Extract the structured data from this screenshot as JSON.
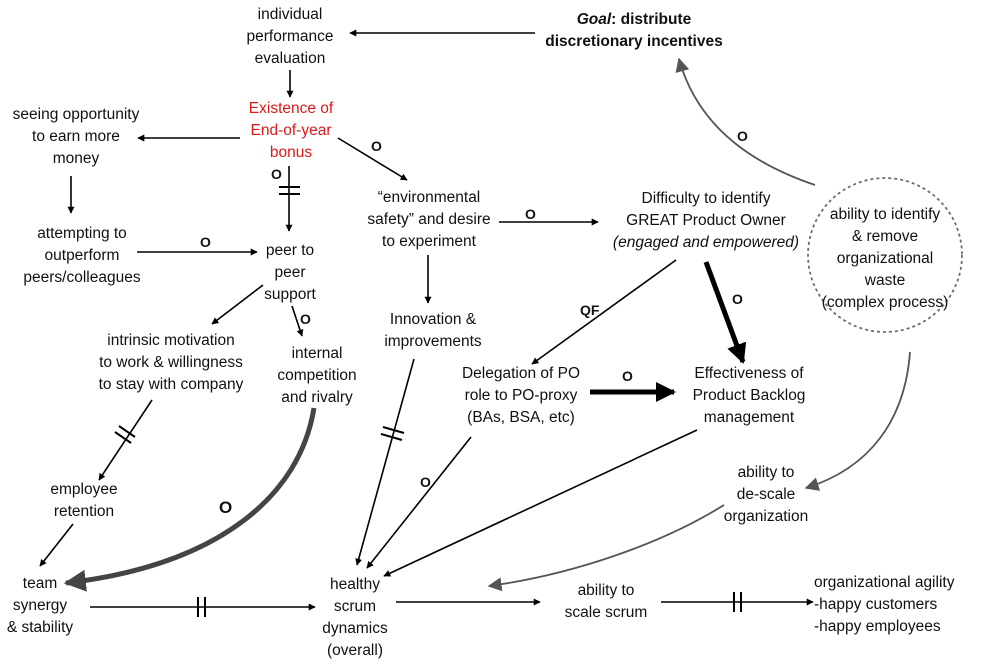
{
  "nodes": {
    "individual_perf": [
      "individual",
      "performance",
      "evaluation"
    ],
    "goal": {
      "label": "Goal",
      "rest": ": distribute",
      "line2": "discretionary incentives"
    },
    "year_end_bonus": [
      "Existence of",
      "End-of-year",
      "bonus"
    ],
    "earn_money": [
      "seeing opportunity",
      "to earn more",
      "money"
    ],
    "outperform": [
      "attempting to",
      "outperform",
      "peers/colleagues"
    ],
    "peer_support": [
      "peer to",
      "peer",
      "support"
    ],
    "env_safety": [
      "“environmental",
      "safety” and desire",
      "to experiment"
    ],
    "great_po": [
      "Difficulty to identify",
      "GREAT Product Owner"
    ],
    "great_po_italic": "(engaged and empowered)",
    "org_waste": [
      "ability to identify",
      "& remove",
      "organizational",
      "waste",
      "(complex process)"
    ],
    "intrinsic": [
      "intrinsic motivation",
      "to work & willingness",
      "to stay with company"
    ],
    "competition": [
      "internal",
      "competition",
      "and rivalry"
    ],
    "innovation": [
      "Innovation &",
      "improvements"
    ],
    "delegation": [
      "Delegation of PO",
      "role to PO-proxy",
      "(BAs, BSA, etc)"
    ],
    "backlog": [
      "Effectiveness of",
      "Product Backlog",
      "management"
    ],
    "retention": [
      "employee",
      "retention"
    ],
    "descale": [
      "ability to",
      "de-scale",
      "organization"
    ],
    "synergy": [
      "team",
      "synergy",
      "& stability"
    ],
    "healthy": [
      "healthy",
      "scrum",
      "dynamics",
      "(overall)"
    ],
    "scale": [
      "ability to",
      "scale scrum"
    ],
    "agility": [
      "organizational agility",
      "-happy customers",
      "-happy employees"
    ]
  },
  "edge_labels": {
    "bonus_to_env": "O",
    "bonus_to_peer": "O",
    "outperform_to_peer": "O",
    "env_to_po": "O",
    "po_to_delegation": "QF",
    "po_to_backlog": "O",
    "delegation_to_backlog": "O",
    "peer_to_competition": "O",
    "waste_to_goal": "O",
    "delegation_to_healthy": "O",
    "competition_to_synergy": "O"
  },
  "colors": {
    "text": "#111111",
    "highlight": "#d91a1a",
    "arrow": "#000000",
    "curve": "#555555",
    "dashed_circle": "#6d6d6d"
  }
}
